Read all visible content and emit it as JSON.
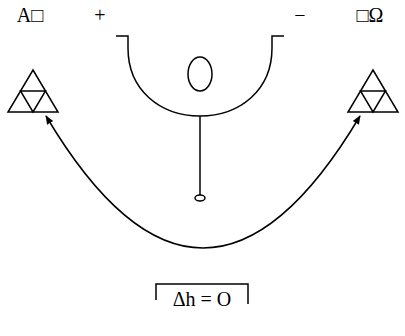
{
  "diagram": {
    "labels": [
      "A□",
      "+",
      "−",
      "□Ω",
      "Δh = O"
    ]
  }
}
